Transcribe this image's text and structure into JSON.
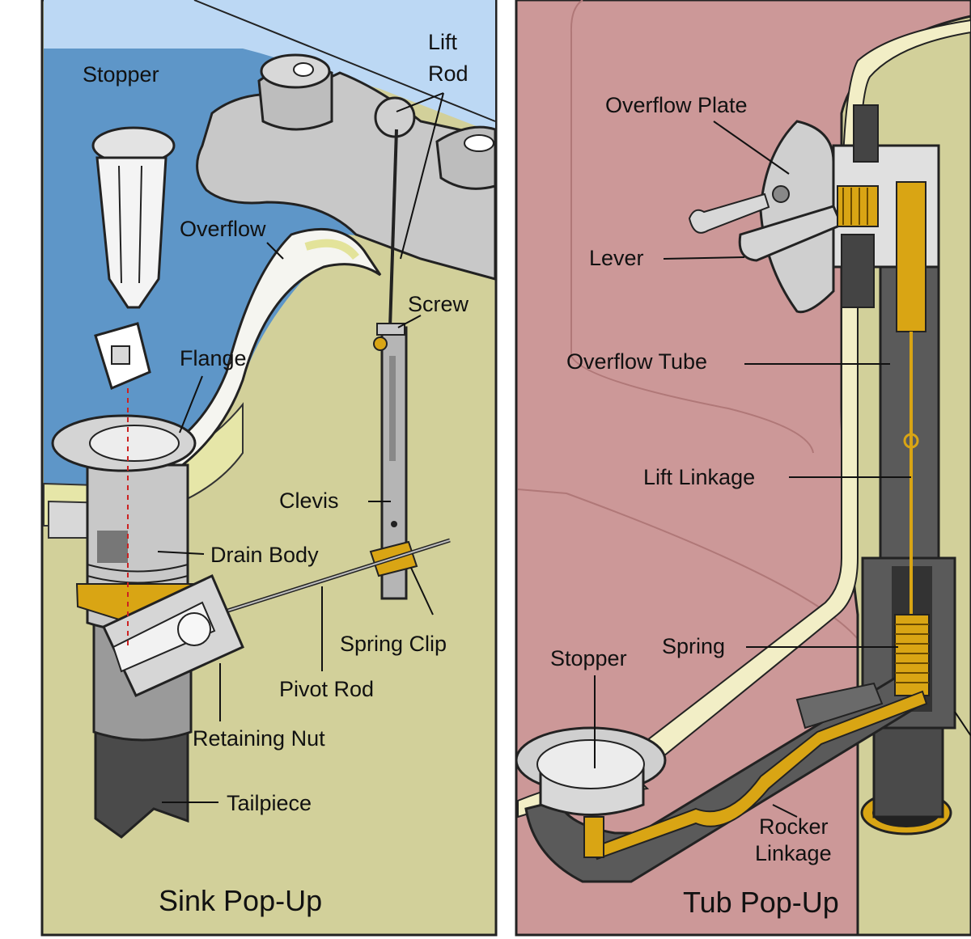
{
  "panels": {
    "sink": {
      "caption": "Sink Pop-Up",
      "colors": {
        "basin": "#5e96c8",
        "wall": "#d2d09a",
        "fixture": "#c8c8c8",
        "brass": "#d9a514",
        "pipe": "#4a4a4a",
        "sky": "#bcd8f4"
      },
      "labels": {
        "stopper": "Stopper",
        "lift_rod_1": "Lift",
        "lift_rod_2": "Rod",
        "overflow": "Overflow",
        "screw": "Screw",
        "flange": "Flange",
        "clevis": "Clevis",
        "drain_body": "Drain Body",
        "spring_clip": "Spring Clip",
        "pivot_rod": "Pivot Rod",
        "retaining_nut": "Retaining Nut",
        "tailpiece": "Tailpiece"
      }
    },
    "tub": {
      "caption": "Tub Pop-Up",
      "colors": {
        "tub": "#cc9898",
        "wall": "#d2d09a",
        "pipe": "#5a5a5a",
        "brass": "#d9a514",
        "plate": "#cfcfcf"
      },
      "labels": {
        "overflow_plate": "Overflow Plate",
        "lever": "Lever",
        "overflow_tube": "Overflow Tube",
        "lift_linkage": "Lift Linkage",
        "spring": "Spring",
        "stopper": "Stopper",
        "rocker_linkage_1": "Rocker",
        "rocker_linkage_2": "Linkage"
      }
    }
  }
}
